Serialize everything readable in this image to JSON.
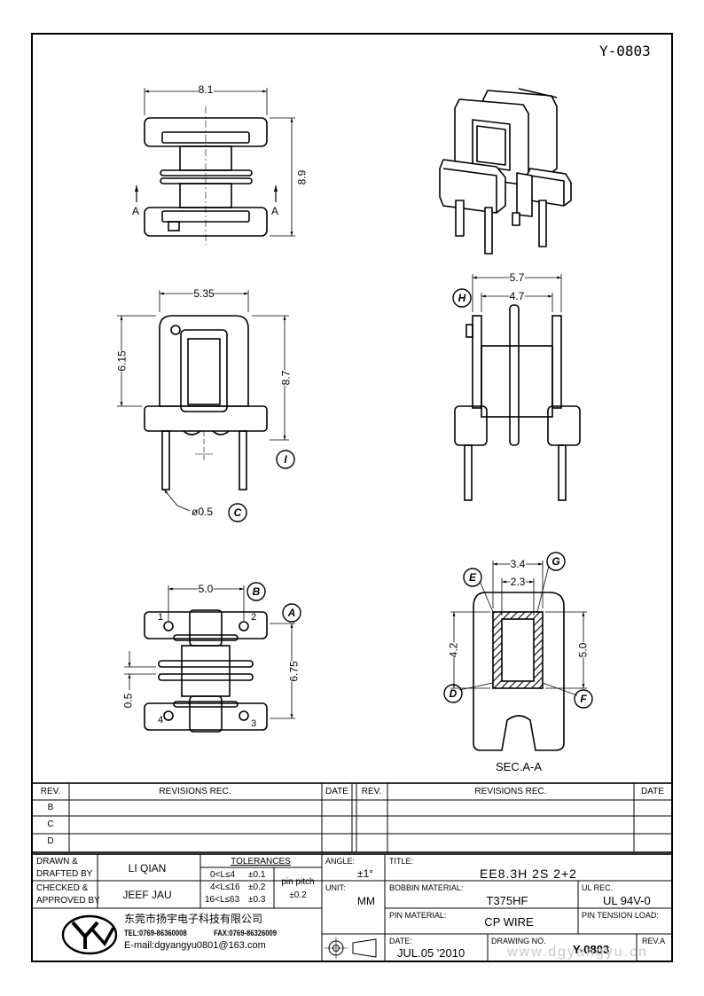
{
  "drawing": {
    "number_top": "Y-0803",
    "views": {
      "top": {
        "width": "8.1",
        "height": "8.9",
        "section_left": "A",
        "section_right": "A"
      },
      "front": {
        "width": "5.35",
        "height_left": "6.15",
        "height_right": "8.7",
        "pin_dia": "ø0.5",
        "callout_c": "C",
        "callout_i": "I"
      },
      "side": {
        "outer_width": "5.7",
        "inner_width": "4.7",
        "callout_h": "H"
      },
      "bottom": {
        "pin_span": "5.0",
        "height": "6.75",
        "flange": "0.5",
        "callout_a": "A",
        "callout_b": "B",
        "pins": [
          "1",
          "2",
          "3",
          "4"
        ]
      },
      "section": {
        "outer_width": "3.4",
        "inner_width": "2.3",
        "height_left": "4.2",
        "height_right": "5.0",
        "callouts": [
          "E",
          "G",
          "D",
          "F"
        ],
        "caption": "SEC.A-A"
      }
    }
  },
  "revisions": {
    "left": {
      "rev_header": "REV.",
      "rec_header": "REVISIONS   REC.",
      "date_header": "DATE",
      "rows": [
        "B",
        "C",
        "D"
      ]
    },
    "right": {
      "rev_header": "REV.",
      "rec_header": "REVISIONS   REC.",
      "date_header": "DATE"
    }
  },
  "title_block": {
    "drawn_label": "DRAWN &",
    "drafted_label": "DRAFTED BY",
    "drawn_name": "LI QIAN",
    "checked_label": "CHECKED &",
    "approved_label": "APPROVED BY",
    "checked_name": "JEEF JAU",
    "tolerances_label": "TOLERANCES",
    "tol_rows": [
      {
        "range": "0<L≤4",
        "value": "±0.1"
      },
      {
        "range": "4<L≤16",
        "value": "±0.2"
      },
      {
        "range": "16<L≤63",
        "value": "±0.3"
      }
    ],
    "pin_pitch_label": "pin pitch",
    "pin_pitch_value": "±0.2",
    "angle_label": "ANGLE:",
    "angle_value": "±1°",
    "unit_label": "UNIT:",
    "unit_value": "MM",
    "title_label": "TITLE:",
    "title_value": "EE8.3H 2S 2+2",
    "bobbin_label": "BOBBIN MATERIAL:",
    "bobbin_value": "T375HF",
    "ul_label": "UL REC.",
    "ul_value": "UL 94V-0",
    "pin_material_label": "PIN MATERIAL:",
    "pin_material_value": "CP WIRE",
    "pin_tension_label": "PIN TENSION LOAD:",
    "date_label": "DATE:",
    "date_value": "JUL.05 '2010",
    "drawing_no_label": "DRAWING NO.",
    "drawing_no_value": "Y-0803",
    "rev_label": "REV.A",
    "company_cn": "东莞市扬宇电子科技有限公司",
    "tel": "TEL:0769-86360008",
    "fax": "FAX:0769-86326009",
    "email": "E-mail:dgyangyu0801@163.com",
    "watermark": "www.dgyangyu.cn"
  }
}
